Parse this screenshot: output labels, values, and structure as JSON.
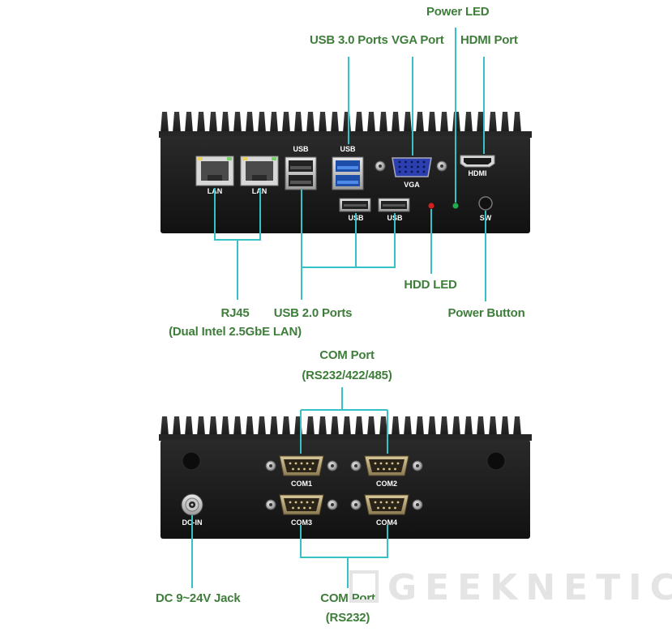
{
  "callouts": {
    "usb30": "USB 3.0 Ports",
    "vga": "VGA Port",
    "power_led": "Power LED",
    "hdmi": "HDMI Port",
    "rj45_line1": "RJ45",
    "rj45_line2": "(Dual Intel 2.5GbE LAN)",
    "usb20": "USB 2.0 Ports",
    "hdd_led": "HDD LED",
    "power_button": "Power Button",
    "com_top_line1": "COM Port",
    "com_top_line2": "(RS232/422/485)",
    "dc_jack": "DC 9~24V Jack",
    "com_bottom_line1": "COM Port",
    "com_bottom_line2": "(RS232)"
  },
  "front_panel": {
    "lan1": "LAN",
    "lan2": "LAN",
    "usb_top_left": "USB",
    "usb_top_right": "USB",
    "vga": "VGA",
    "hdmi": "HDMI",
    "usb_lower_1": "USB",
    "usb_lower_2": "USB",
    "sw": "SW"
  },
  "rear_panel": {
    "com1": "COM1",
    "com2": "COM2",
    "com3": "COM3",
    "com4": "COM4",
    "dc_in": "DC-IN"
  },
  "watermark": "GEEKNETIC",
  "colors": {
    "leader_line": "#35c1c6",
    "callout_text": "#3e7d3a",
    "chassis": "#1c1c1c",
    "usb3_blue": "#2a6fd6",
    "vga_blue": "#2c3fb0"
  }
}
